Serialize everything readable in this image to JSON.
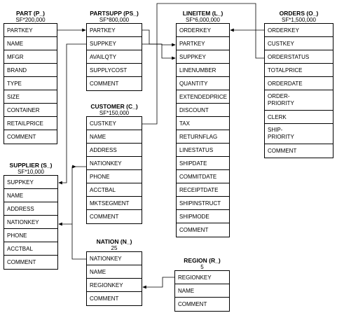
{
  "tables": {
    "part": {
      "title": "PART (P_)",
      "cardinality": "SF*200,000",
      "columns": [
        "PARTKEY",
        "NAME",
        "MFGR",
        "BRAND",
        "TYPE",
        "SIZE",
        "CONTAINER",
        "RETAILPRICE",
        "COMMENT"
      ]
    },
    "partsupp": {
      "title": "PARTSUPP (PS_)",
      "cardinality": "SF*800,000",
      "columns": [
        "PARTKEY",
        "SUPPKEY",
        "AVAILQTY",
        "SUPPLYCOST",
        "COMMENT"
      ]
    },
    "customer": {
      "title": "CUSTOMER (C_)",
      "cardinality": "SF*150,000",
      "columns": [
        "CUSTKEY",
        "NAME",
        "ADDRESS",
        "NATIONKEY",
        "PHONE",
        "ACCTBAL",
        "MKTSEGMENT",
        "COMMENT"
      ]
    },
    "supplier": {
      "title": "SUPPLIER (S_)",
      "cardinality": "SF*10,000",
      "columns": [
        "SUPPKEY",
        "NAME",
        "ADDRESS",
        "NATIONKEY",
        "PHONE",
        "ACCTBAL",
        "COMMENT"
      ]
    },
    "nation": {
      "title": "NATION (N_)",
      "cardinality": "25",
      "columns": [
        "NATIONKEY",
        "NAME",
        "REGIONKEY",
        "COMMENT"
      ]
    },
    "region": {
      "title": "REGION (R_)",
      "cardinality": "5",
      "columns": [
        "REGIONKEY",
        "NAME",
        "COMMENT"
      ]
    },
    "lineitem": {
      "title": "LINEITEM (L_)",
      "cardinality": "SF*6,000,000",
      "columns": [
        "ORDERKEY",
        "PARTKEY",
        "SUPPKEY",
        "LINENUMBER",
        "QUANTITY",
        "EXTENDEDPRICE",
        "DISCOUNT",
        "TAX",
        "RETURNFLAG",
        "LINESTATUS",
        "SHIPDATE",
        "COMMITDATE",
        "RECEIPTDATE",
        "SHIPINSTRUCT",
        "SHIPMODE",
        "COMMENT"
      ]
    },
    "orders": {
      "title": "ORDERS (O_)",
      "cardinality": "SF*1,500,000",
      "columns": [
        "ORDERKEY",
        "CUSTKEY",
        "ORDERSTATUS",
        "TOTALPRICE",
        "ORDERDATE",
        "ORDER-\nPRIORITY",
        "CLERK",
        "SHIP-\nPRIORITY",
        "COMMENT"
      ]
    }
  }
}
